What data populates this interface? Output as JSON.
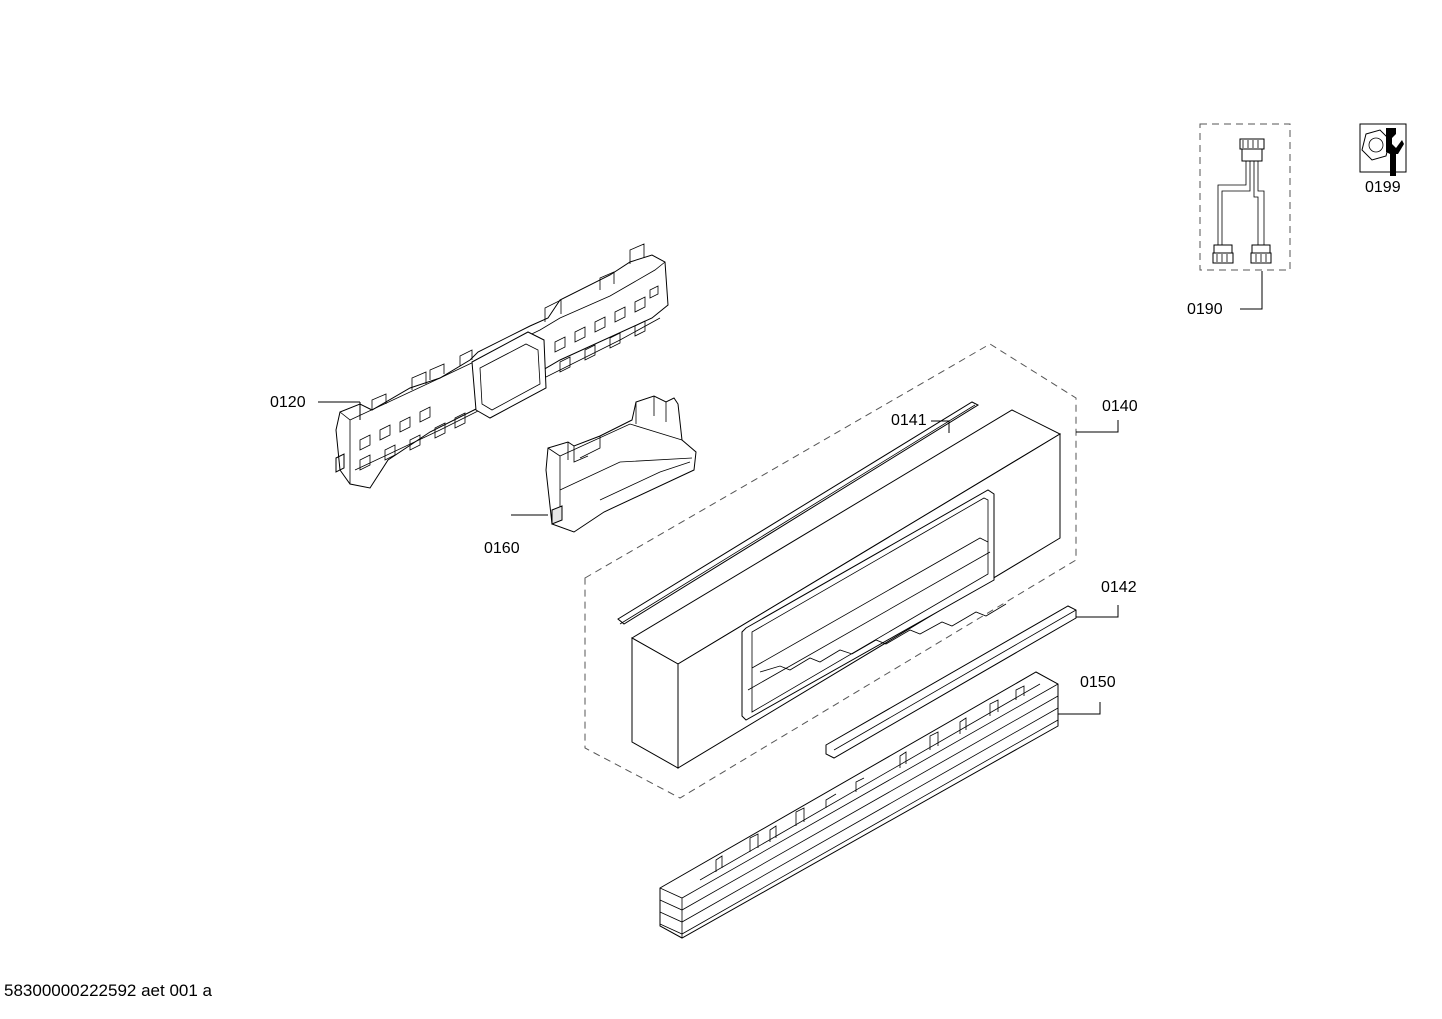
{
  "parts": {
    "p0120": "0120",
    "p0140": "0140",
    "p0141": "0141",
    "p0142": "0142",
    "p0150": "0150",
    "p0160": "0160",
    "p0190": "0190",
    "p0199": "0199"
  },
  "footer": {
    "doc_id": "58300000222592 aet 001 a"
  },
  "icons": {
    "service_tool": "wrench-nut-icon"
  }
}
